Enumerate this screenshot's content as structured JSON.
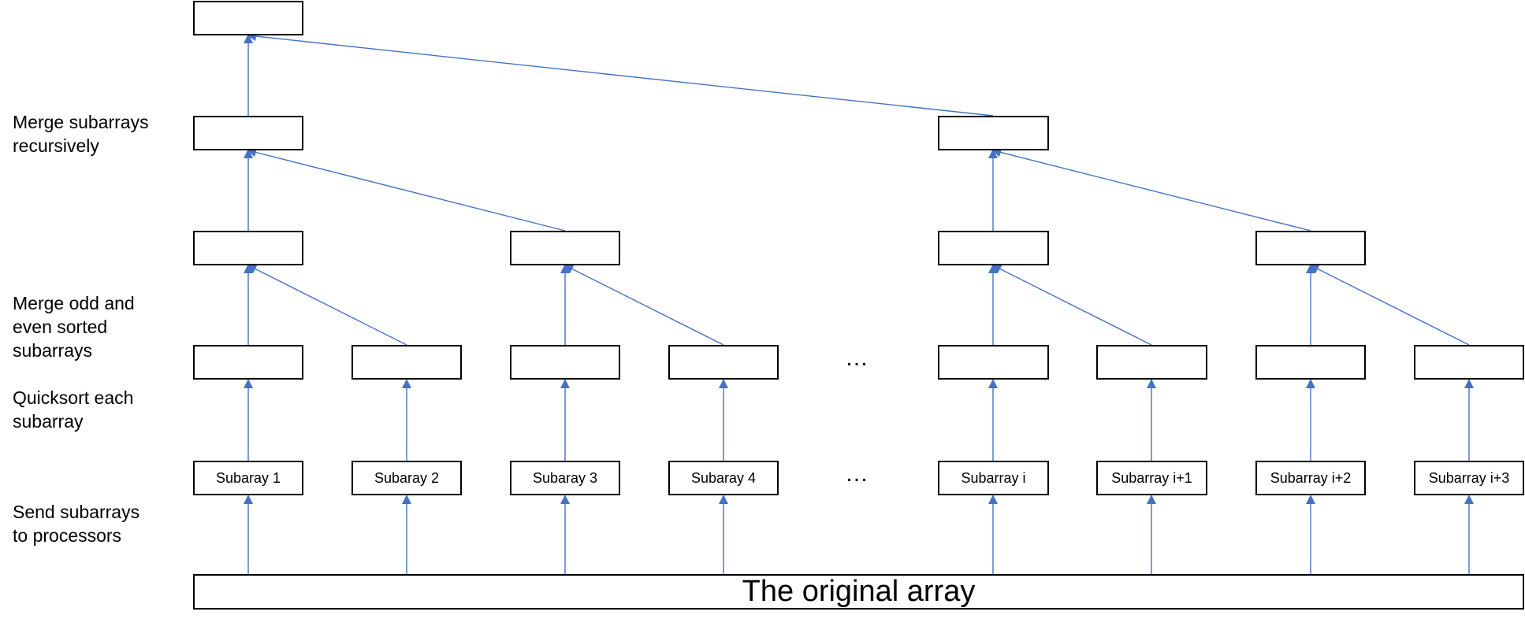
{
  "side_labels": {
    "merge_recursive": "Merge subarrays\nrecursively",
    "merge_odd_even": "Merge odd and\neven sorted\nsubarrays",
    "quicksort": "Quicksort each\nsubarray",
    "send": "Send subarrays\nto processors"
  },
  "ellipsis": "…",
  "original_array": "The original array",
  "subarrays": [
    "Subaray 1",
    "Subaray 2",
    "Subaray 3",
    "Subaray 4",
    "Subarray i",
    "Subarray i+1",
    "Subarray i+2",
    "Subarray i+3"
  ],
  "colors": {
    "arrow": "#4472C4",
    "border": "#000000"
  }
}
